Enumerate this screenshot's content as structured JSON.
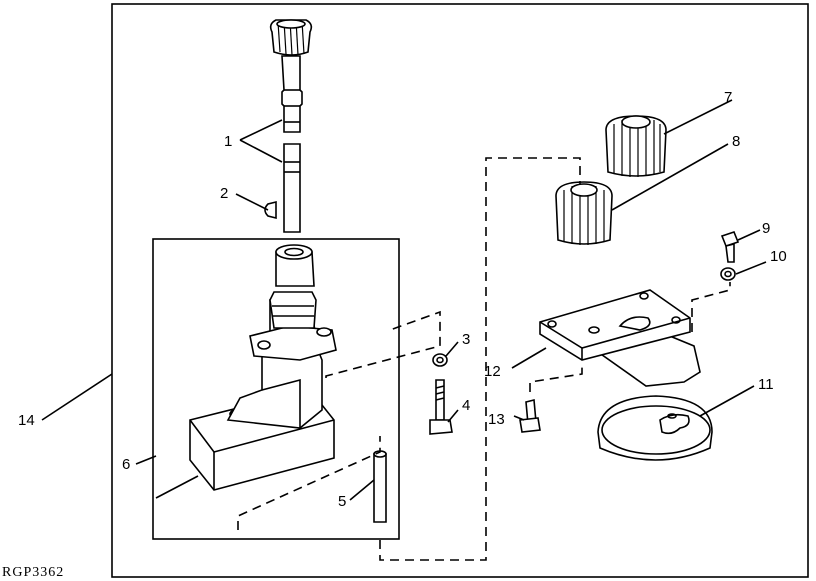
{
  "figure": {
    "reference_code": "RGP3362",
    "callouts": [
      {
        "id": "1",
        "text": "1"
      },
      {
        "id": "2",
        "text": "2"
      },
      {
        "id": "3",
        "text": "3"
      },
      {
        "id": "4",
        "text": "4"
      },
      {
        "id": "5",
        "text": "5"
      },
      {
        "id": "6",
        "text": "6"
      },
      {
        "id": "7",
        "text": "7"
      },
      {
        "id": "8",
        "text": "8"
      },
      {
        "id": "9",
        "text": "9"
      },
      {
        "id": "10",
        "text": "10"
      },
      {
        "id": "11",
        "text": "11"
      },
      {
        "id": "12",
        "text": "12"
      },
      {
        "id": "13",
        "text": "13"
      },
      {
        "id": "14",
        "text": "14"
      }
    ]
  }
}
